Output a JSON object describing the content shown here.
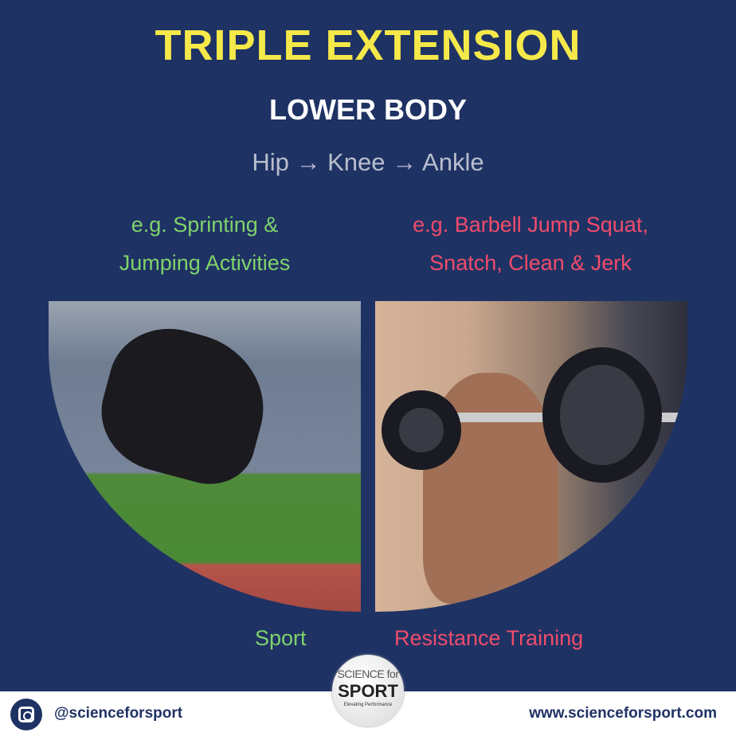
{
  "title": "TRIPLE EXTENSION",
  "subtitle": "LOWER BODY",
  "sequence": "Hip → Knee → Ankle",
  "examples": {
    "sport": [
      "e.g. Sprinting &",
      "Jumping Activities"
    ],
    "resistance": [
      "e.g. Barbell Jump Squat,",
      "Snatch, Clean & Jerk"
    ]
  },
  "labels": {
    "sport": "Sport",
    "resistance": "Resistance Training"
  },
  "logo": {
    "line1": "SCIENCE for",
    "line2": "SPORT",
    "tagline": "Elevating Performance"
  },
  "footer": {
    "handle": "@scienceforsport",
    "website": "www.scienceforsport.com"
  },
  "colors": {
    "background": "#1f3264",
    "title": "#f5e94a",
    "sport": "#7fd36b",
    "resistance": "#ef4c6b"
  }
}
